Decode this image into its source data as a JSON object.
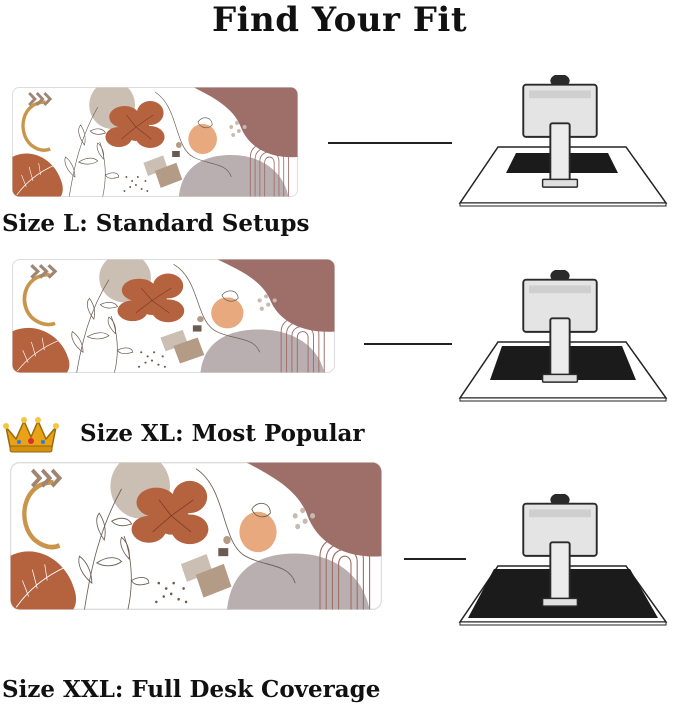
{
  "title": "Find Your Fit",
  "sizes": [
    {
      "label": "Size L: Standard Setups",
      "mat_coverage": "small"
    },
    {
      "label": "Size XL: Most Popular",
      "mat_coverage": "medium",
      "badge": "crown-icon"
    },
    {
      "label": "Size XXL: Full Desk Coverage",
      "mat_coverage": "full"
    }
  ],
  "colors": {
    "terracotta": "#B5623F",
    "mauve": "#9E6F69",
    "gray": "#B9AEB0",
    "beige": "#CBBFB3",
    "peach": "#E7A97D",
    "gold": "#C9954A",
    "mat_black": "#1b1b1b",
    "crown_gold": "#E8A317"
  }
}
